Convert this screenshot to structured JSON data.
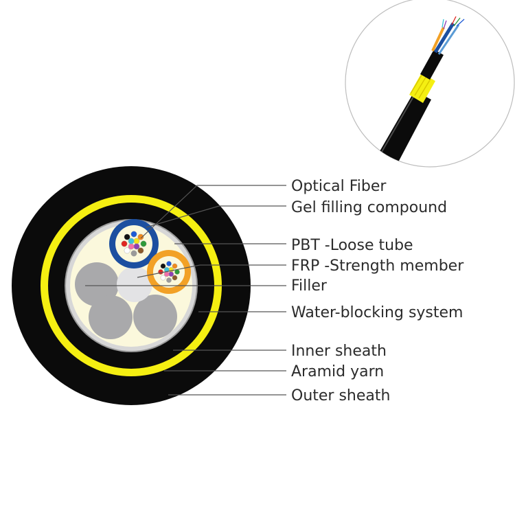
{
  "labels": {
    "optical_fiber": "Optical Fiber",
    "gel_filling": "Gel filling compound",
    "pbt_tube": "PBT -Loose tube",
    "frp_member": "FRP -Strength member",
    "filler": "Filler",
    "water_blocking": "Water-blocking system",
    "inner_sheath": "Inner sheath",
    "aramid_yarn": "Aramid yarn",
    "outer_sheath": "Outer sheath"
  },
  "colors": {
    "sheath": "#0b0b0b",
    "aramid": "#f5ef12",
    "core_fill": "#fbf8dc",
    "blue_tube": "#1c4fa0",
    "orange_tube": "#f2a126",
    "filler": "#a9a9ab",
    "frp": "#e3e3e5",
    "leader": "#555555"
  },
  "fiber_colors": [
    "#1e5bd6",
    "#f18a1c",
    "#2e9a3a",
    "#8b5a2b",
    "#9a9a9a",
    "#ffffff",
    "#e0261f",
    "#111111",
    "#f5e41a",
    "#8e3fb3",
    "#f26fa8",
    "#3fc3d8"
  ]
}
